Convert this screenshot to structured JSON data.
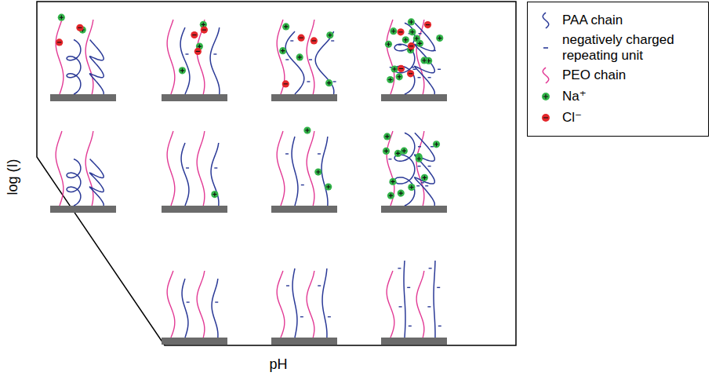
{
  "diagram": {
    "labels": [
      "log (I)",
      "pH"
    ],
    "legend": [
      {
        "text": "PAA chain"
      },
      {
        "text": "negatively charged repeating unit"
      },
      {
        "text": "PEO chain"
      },
      {
        "text": "Na⁺",
        "color": "#33b54a"
      },
      {
        "text": "Cl⁻",
        "color": "#e4262a"
      }
    ]
  }
}
